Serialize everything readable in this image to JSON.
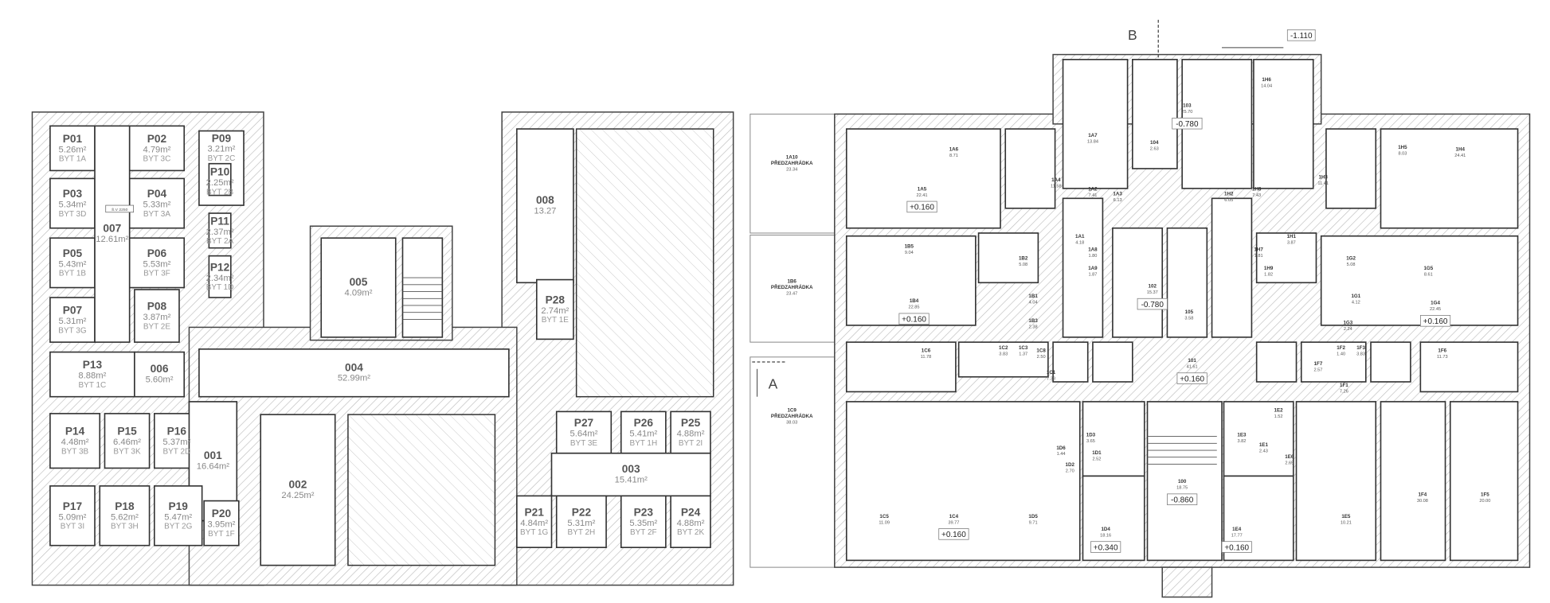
{
  "left_plan": {
    "rooms": [
      {
        "id": "P01",
        "area": "5.26m²",
        "byt": "BYT 1A"
      },
      {
        "id": "P02",
        "area": "4.79m²",
        "byt": "BYT 3C"
      },
      {
        "id": "P03",
        "area": "5.34m²",
        "byt": "BYT 3D"
      },
      {
        "id": "P04",
        "area": "5.33m²",
        "byt": "BYT 3A"
      },
      {
        "id": "P05",
        "area": "5.43m²",
        "byt": "BYT 1B"
      },
      {
        "id": "P06",
        "area": "5.53m²",
        "byt": "BYT 3F"
      },
      {
        "id": "P07",
        "area": "5.31m²",
        "byt": "BYT 3G"
      },
      {
        "id": "P08",
        "area": "3.87m²",
        "byt": "BYT 2E"
      },
      {
        "id": "007",
        "area": "12.61m²",
        "byt": ""
      },
      {
        "id": "P09",
        "area": "3.21m²",
        "byt": "BYT 2C"
      },
      {
        "id": "P10",
        "area": "2.25m²",
        "byt": "BYT 2B"
      },
      {
        "id": "P11",
        "area": "2.37m²",
        "byt": "BYT 2A"
      },
      {
        "id": "P12",
        "area": "2.34m²",
        "byt": "BYT 1D"
      },
      {
        "id": "P13",
        "area": "8.88m²",
        "byt": "BYT 1C"
      },
      {
        "id": "006",
        "area": "5.60m²",
        "byt": ""
      },
      {
        "id": "005",
        "area": "4.09m²",
        "byt": ""
      },
      {
        "id": "004",
        "area": "52.99m²",
        "byt": ""
      },
      {
        "id": "008",
        "area": "13.27",
        "byt": ""
      },
      {
        "id": "P28",
        "area": "2.74m²",
        "byt": "BYT 1E"
      },
      {
        "id": "P14",
        "area": "4.48m²",
        "byt": "BYT 3B"
      },
      {
        "id": "P15",
        "area": "6.46m²",
        "byt": "BYT 3K"
      },
      {
        "id": "P16",
        "area": "5.37m²",
        "byt": "BYT 2D"
      },
      {
        "id": "001",
        "area": "16.64m²",
        "byt": ""
      },
      {
        "id": "002",
        "area": "24.25m²",
        "byt": ""
      },
      {
        "id": "P17",
        "area": "5.09m²",
        "byt": "BYT 3I"
      },
      {
        "id": "P18",
        "area": "5.62m²",
        "byt": "BYT 3H"
      },
      {
        "id": "P19",
        "area": "5.47m²",
        "byt": "BYT 2G"
      },
      {
        "id": "P20",
        "area": "3.95m²",
        "byt": "BYT 1F"
      },
      {
        "id": "P27",
        "area": "5.64m²",
        "byt": "BYT 3E"
      },
      {
        "id": "P26",
        "area": "5.41m²",
        "byt": "BYT 1H"
      },
      {
        "id": "P25",
        "area": "4.88m²",
        "byt": "BYT 2I"
      },
      {
        "id": "003",
        "area": "15.41m²",
        "byt": ""
      },
      {
        "id": "P21",
        "area": "4.84m²",
        "byt": "BYT 1G"
      },
      {
        "id": "P22",
        "area": "5.31m²",
        "byt": "BYT 2H"
      },
      {
        "id": "P23",
        "area": "5.35m²",
        "byt": "BYT 2F"
      },
      {
        "id": "P24",
        "area": "4.88m²",
        "byt": "BYT 2K"
      }
    ],
    "dimension_tag": "Š.V 2250"
  },
  "right_plan": {
    "section_marker_b": "B",
    "section_marker_a": "A",
    "entry_level": "-1.110",
    "rooms": [
      {
        "id": "1A10",
        "name": "PŘEDZAHRÁDKA",
        "area": "23.34"
      },
      {
        "id": "1B6",
        "name": "PŘEDZAHRÁDKA",
        "area": "23.47"
      },
      {
        "id": "1C9",
        "name": "PŘEDZAHRÁDKA",
        "area": "38.03"
      },
      {
        "id": "1A7",
        "area": "13.84"
      },
      {
        "id": "103",
        "area": "25.70",
        "level": "-0.780"
      },
      {
        "id": "1H6",
        "area": "14.04"
      },
      {
        "id": "1A6",
        "area": "8.71"
      },
      {
        "id": "1A5",
        "area": "22.41",
        "level": "+0.160"
      },
      {
        "id": "1A4",
        "area": "11.58"
      },
      {
        "id": "104",
        "area": "2.63"
      },
      {
        "id": "1A2",
        "area": "7.41"
      },
      {
        "id": "1A3",
        "area": "6.13"
      },
      {
        "id": "1H2",
        "area": "6.05"
      },
      {
        "id": "1H8",
        "area": "7.43"
      },
      {
        "id": "1H3",
        "area": "11.41"
      },
      {
        "id": "1H5",
        "area": "8.03"
      },
      {
        "id": "1H4",
        "area": "24.41"
      },
      {
        "id": "1B5",
        "area": "9.04"
      },
      {
        "id": "1B2",
        "area": "5.08"
      },
      {
        "id": "1A1",
        "area": "4.18"
      },
      {
        "id": "1A8",
        "area": "1.80"
      },
      {
        "id": "1A9",
        "area": "1.87"
      },
      {
        "id": "102",
        "area": "15.37",
        "level": "-0.780"
      },
      {
        "id": "105",
        "area": "3.58"
      },
      {
        "id": "1H7",
        "area": "1.81"
      },
      {
        "id": "1H9",
        "area": "1.82"
      },
      {
        "id": "1H1",
        "area": "3.87"
      },
      {
        "id": "1G2",
        "area": "5.08"
      },
      {
        "id": "1G5",
        "area": "8.61"
      },
      {
        "id": "1B4",
        "area": "22.85",
        "level": "+0.160"
      },
      {
        "id": "1B1",
        "area": "4.04"
      },
      {
        "id": "1B3",
        "area": "2.38"
      },
      {
        "id": "1G1",
        "area": "4.12"
      },
      {
        "id": "1G3",
        "area": "2.24"
      },
      {
        "id": "1G4",
        "area": "22.45",
        "level": "+0.160"
      },
      {
        "id": "101",
        "area": "41.61",
        "level": "+0.160"
      },
      {
        "id": "1C6",
        "area": "11.78"
      },
      {
        "id": "1C2",
        "area": "3.83"
      },
      {
        "id": "1C3",
        "area": "1.37"
      },
      {
        "id": "1C8",
        "area": "2.50"
      },
      {
        "id": "1C1",
        "area": "7.38"
      },
      {
        "id": "1F7",
        "area": "2.57"
      },
      {
        "id": "1F2",
        "area": "1.40"
      },
      {
        "id": "1F3",
        "area": "3.83"
      },
      {
        "id": "1F6",
        "area": "11.73"
      },
      {
        "id": "1F1",
        "area": "7.26"
      },
      {
        "id": "1C5",
        "area": "11.09"
      },
      {
        "id": "1C4",
        "area": "39.77",
        "level": "+0.160"
      },
      {
        "id": "1D5",
        "area": "9.71"
      },
      {
        "id": "1D6",
        "area": "1.44"
      },
      {
        "id": "1D3",
        "area": "3.65"
      },
      {
        "id": "1D1",
        "area": "2.52"
      },
      {
        "id": "1D2",
        "area": "2.70"
      },
      {
        "id": "1D4",
        "area": "18.16",
        "level": "+0.340"
      },
      {
        "id": "100",
        "area": "18.75",
        "level": "-0.860"
      },
      {
        "id": "1E3",
        "area": "3.82"
      },
      {
        "id": "1E1",
        "area": "2.43"
      },
      {
        "id": "1E2",
        "area": "1.52"
      },
      {
        "id": "1E6",
        "area": "2.65"
      },
      {
        "id": "1E5",
        "area": "10.21"
      },
      {
        "id": "1E4",
        "area": "17.77",
        "level": "+0.160"
      },
      {
        "id": "1F4",
        "area": "30.08"
      },
      {
        "id": "1F5",
        "area": "20.00"
      }
    ]
  }
}
